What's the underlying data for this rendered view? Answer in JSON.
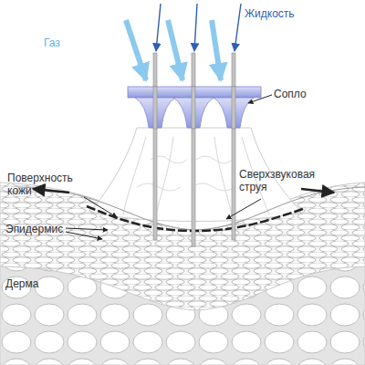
{
  "diagram": {
    "labels": [
      "Газ",
      "Жидкость",
      "Сопло",
      "Поверхность кожи",
      "Сверхзвуковая струя",
      "Эпидермис",
      "Дерма"
    ]
  }
}
